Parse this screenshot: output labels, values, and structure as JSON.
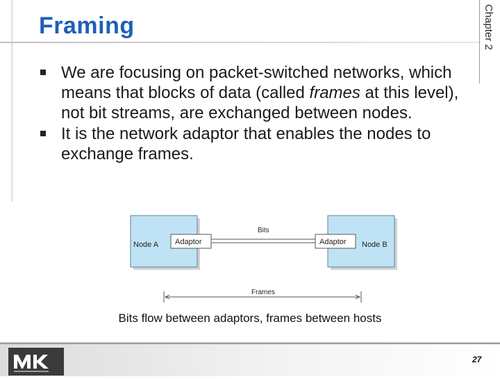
{
  "slide": {
    "title": "Framing",
    "chapter": "Chapter 2",
    "page_number": "27"
  },
  "bullets": [
    {
      "parts": [
        {
          "text": "We are focusing on packet-switched networks, which means that blocks of data (called ",
          "italic": false
        },
        {
          "text": "frames",
          "italic": true
        },
        {
          "text": " at this level), not bit streams, are exchanged between nodes.",
          "italic": false
        }
      ]
    },
    {
      "parts": [
        {
          "text": "It is the network adaptor that enables the nodes to exchange frames.",
          "italic": false
        }
      ]
    }
  ],
  "diagram": {
    "left_node": "Node A",
    "right_node": "Node B",
    "left_adaptor": "Adaptor",
    "right_adaptor": "Adaptor",
    "link_label": "Bits",
    "span_label": "Frames",
    "node_fill": "#bfe3f5"
  },
  "caption": "Bits flow between adaptors, frames between hosts"
}
